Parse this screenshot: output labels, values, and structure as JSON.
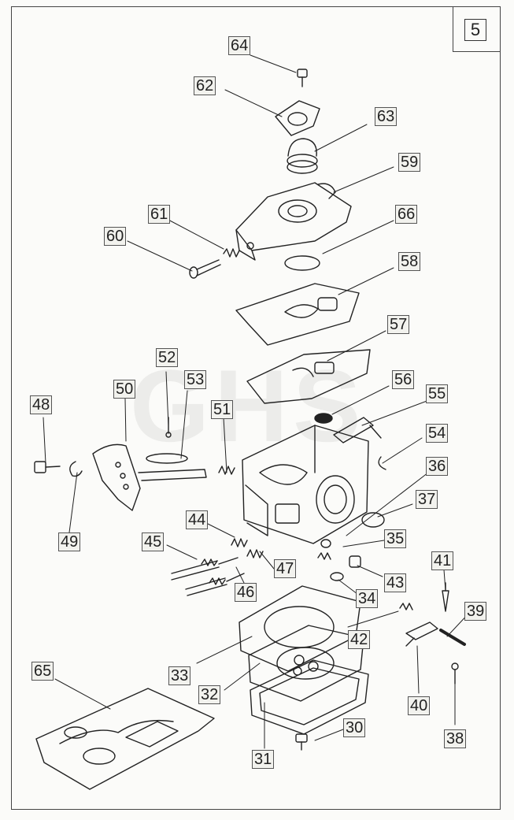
{
  "page_number": "5",
  "watermark": "GHS",
  "callouts": {
    "c30": "30",
    "c31": "31",
    "c32": "32",
    "c33": "33",
    "c34": "34",
    "c35": "35",
    "c36": "36",
    "c37": "37",
    "c38": "38",
    "c39": "39",
    "c40": "40",
    "c41": "41",
    "c42": "42",
    "c43": "43",
    "c44": "44",
    "c45": "45",
    "c46": "46",
    "c47": "47",
    "c48": "48",
    "c49": "49",
    "c50": "50",
    "c51": "51",
    "c52": "52",
    "c53": "53",
    "c54": "54",
    "c55": "55",
    "c56": "56",
    "c57": "57",
    "c58": "58",
    "c59": "59",
    "c60": "60",
    "c61": "61",
    "c62": "62",
    "c63": "63",
    "c64": "64",
    "c65": "65",
    "c66": "66"
  }
}
